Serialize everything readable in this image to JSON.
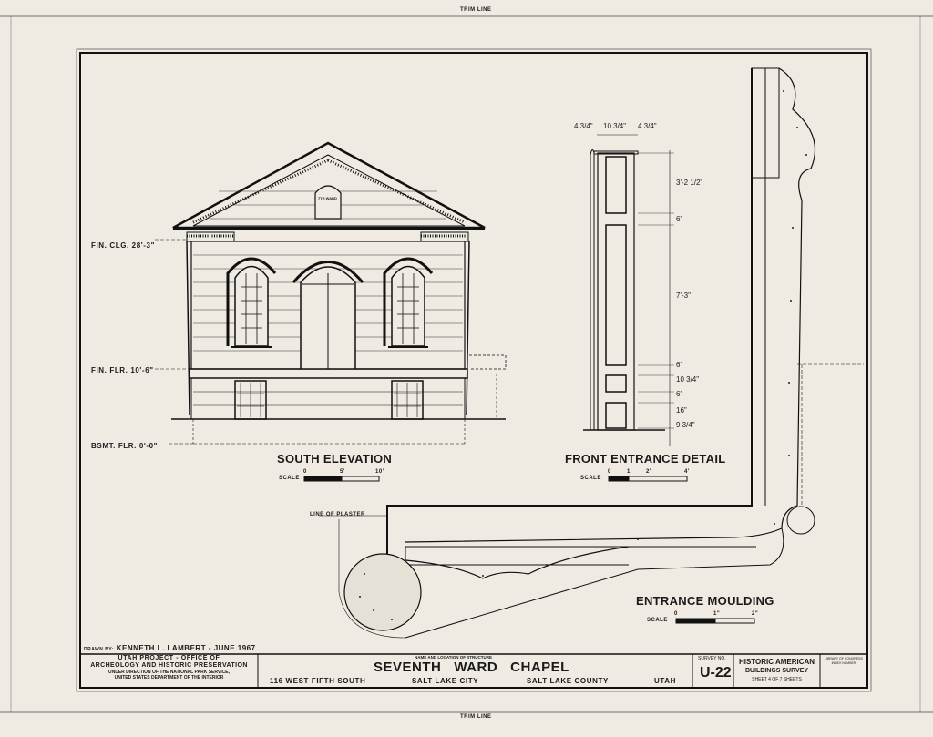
{
  "sheet": {
    "trim_line_top": "TRIM LINE",
    "trim_line_bottom": "TRIM LINE"
  },
  "levels": {
    "fin_clg": "FIN. CLG. 28'-3\"",
    "fin_flr": "FIN. FLR. 10'-6\"",
    "bsmt_flr": "BSMT. FLR. 0'-0\""
  },
  "south_elevation": {
    "title": "SOUTH ELEVATION",
    "scale_label": "SCALE",
    "scale_ticks": [
      "0",
      "5'",
      "10'"
    ],
    "tablet_text": "7TH WARD"
  },
  "front_entrance_detail": {
    "title": "FRONT ENTRANCE DETAIL",
    "scale_label": "SCALE",
    "scale_ticks": [
      "0",
      "1'",
      "2'",
      "4'"
    ],
    "top_dims": [
      "4 3/4\"",
      "10 3/4\"",
      "4 3/4\""
    ],
    "side_dims": [
      "3'-2 1/2\"",
      "6\"",
      "7'-3\"",
      "6\"",
      "10 3/4\"",
      "6\"",
      "16\"",
      "9 3/4\""
    ]
  },
  "entrance_moulding": {
    "title": "ENTRANCE MOULDING",
    "scale_label": "SCALE",
    "scale_ticks": [
      "0",
      "1\"",
      "2\""
    ],
    "line_of_plaster": "LINE OF PLASTER"
  },
  "title_block": {
    "drawn_by_label": "DRAWN BY:",
    "drawn_by": "KENNETH L. LAMBERT  -  JUNE 1967",
    "agency_line1": "UTAH PROJECT - OFFICE OF",
    "agency_line2": "ARCHEOLOGY AND HISTORIC PRESERVATION",
    "agency_line3": "UNDER DIRECTION OF THE NATIONAL PARK SERVICE,",
    "agency_line4": "UNITED STATES DEPARTMENT OF THE INTERIOR",
    "name_caption": "NAME AND LOCATION OF STRUCTURE",
    "structure_name": "SEVENTH   WARD   CHAPEL",
    "address": "116 WEST FIFTH SOUTH",
    "city": "SALT LAKE CITY",
    "county": "SALT LAKE COUNTY",
    "state": "UTAH",
    "survey_caption": "SURVEY NO.",
    "survey_no": "U-22",
    "habs_line1": "HISTORIC AMERICAN",
    "habs_line2": "BUILDINGS SURVEY",
    "sheet_info": "SHEET 4 OF 7 SHEETS",
    "library_caption": "LIBRARY OF CONGRESS INDEX NUMBER"
  }
}
